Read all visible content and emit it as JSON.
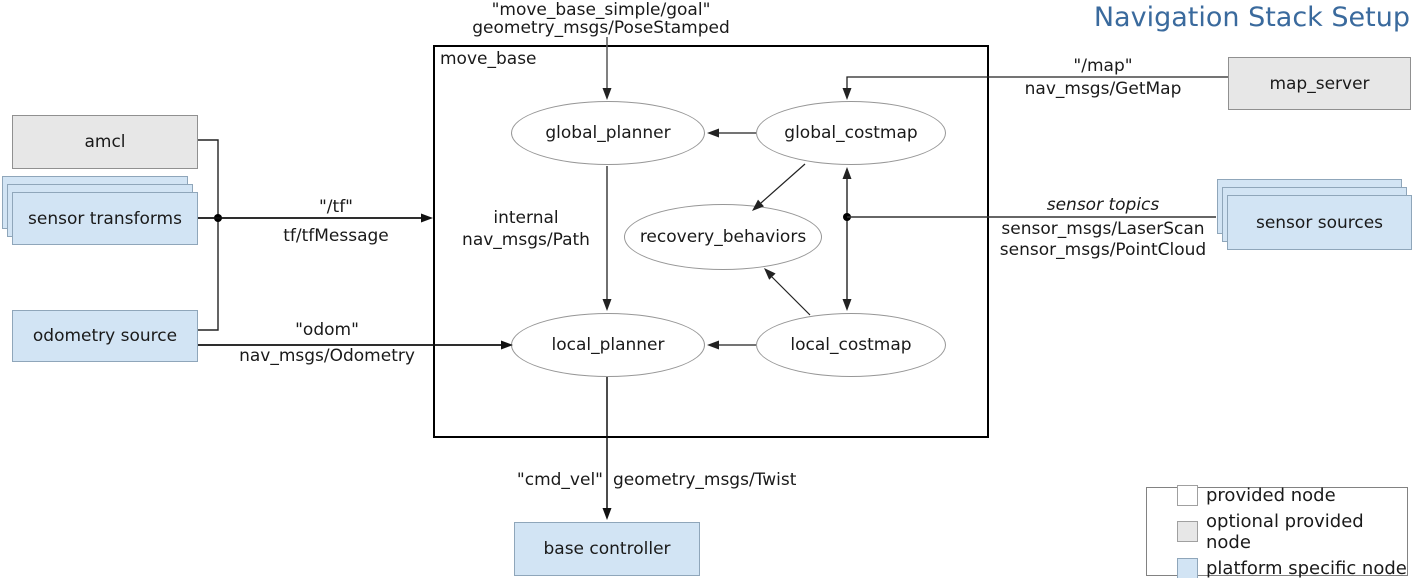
{
  "title": "Navigation Stack Setup",
  "container": {
    "label": "move_base"
  },
  "nodes": {
    "amcl": "amcl",
    "sensor_transforms": "sensor transforms",
    "odometry_source": "odometry source",
    "map_server": "map_server",
    "sensor_sources": "sensor sources",
    "base_controller": "base controller",
    "global_planner": "global_planner",
    "global_costmap": "global_costmap",
    "recovery_behaviors": "recovery_behaviors",
    "local_planner": "local_planner",
    "local_costmap": "local_costmap"
  },
  "edges": {
    "goal": {
      "topic": "\"move_base_simple/goal\"",
      "type": "geometry_msgs/PoseStamped"
    },
    "map": {
      "topic": "\"/map\"",
      "type": "nav_msgs/GetMap"
    },
    "tf": {
      "topic": "\"/tf\"",
      "type": "tf/tfMessage"
    },
    "odom": {
      "topic": "\"odom\"",
      "type": "nav_msgs/Odometry"
    },
    "sensor_topics": {
      "topic": "sensor topics",
      "type1": "sensor_msgs/LaserScan",
      "type2": "sensor_msgs/PointCloud"
    },
    "internal": {
      "line1": "internal",
      "line2": "nav_msgs/Path"
    },
    "cmd_vel": {
      "topic": "\"cmd_vel\"",
      "type": "geometry_msgs/Twist"
    }
  },
  "legend": {
    "items": [
      {
        "label": "provided node",
        "fill": "#ffffff"
      },
      {
        "label": "optional provided node",
        "fill": "#e7e7e7"
      },
      {
        "label": "platform specific node",
        "fill": "#d2e4f4"
      }
    ]
  },
  "colors": {
    "title_blue": "#3a6a9d",
    "optional_node_fill": "#e7e7e7",
    "platform_node_fill": "#d2e4f4",
    "provided_node_fill": "#ffffff",
    "line_color": "#222222"
  }
}
